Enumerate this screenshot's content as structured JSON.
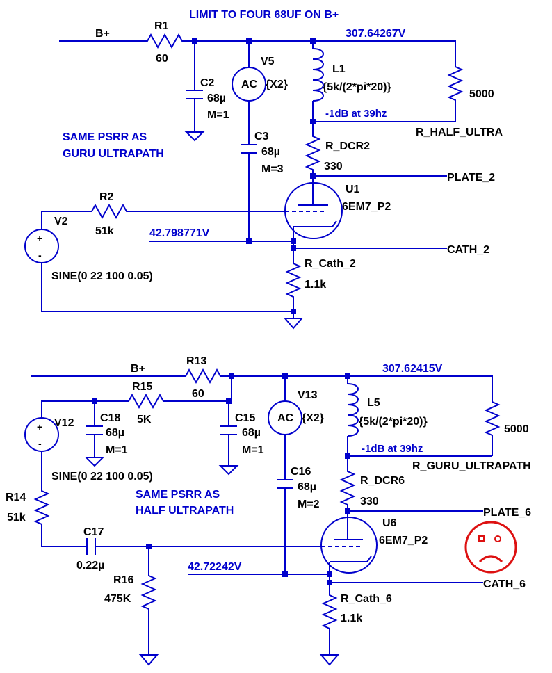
{
  "notes": {
    "top_title": "LIMIT TO FOUR 68UF ON B+",
    "note_top_line1": "SAME PSRR AS",
    "note_top_line2": "GURU ULTRAPATH",
    "note_bot_line1": "SAME PSRR AS",
    "note_bot_line2": "HALF ULTRAPATH"
  },
  "top": {
    "bplus": "B+",
    "r1": {
      "name": "R1",
      "value": "60"
    },
    "c2": {
      "name": "C2",
      "value": "68µ",
      "mult": "M=1"
    },
    "v5": {
      "name": "V5",
      "label": "AC",
      "value": "{X2}"
    },
    "c3": {
      "name": "C3",
      "value": "68µ",
      "mult": "M=3"
    },
    "l1": {
      "name": "L1",
      "value": "{5k/(2*pi*20)}"
    },
    "volt_bplus": "307.64267V",
    "r_half": {
      "name": "R_HALF_ULTRA",
      "value": "5000"
    },
    "note_db": "-1dB at 39hz",
    "r_dcr": {
      "name": "R_DCR2",
      "value": "330"
    },
    "plate": "PLATE_2",
    "tube": {
      "name": "U1",
      "value": "6EM7_P2"
    },
    "v2": {
      "name": "V2",
      "value": "SINE(0 22 100 0.05)"
    },
    "r2": {
      "name": "R2",
      "value": "51k"
    },
    "volt_cath": "42.798771V",
    "cath": "CATH_2",
    "r_cath": {
      "name": "R_Cath_2",
      "value": "1.1k"
    }
  },
  "bottom": {
    "bplus": "B+",
    "r13": {
      "name": "R13",
      "value": "60"
    },
    "r15": {
      "name": "R15",
      "value": "5K"
    },
    "c18": {
      "name": "C18",
      "value": "68µ",
      "mult": "M=1"
    },
    "c15": {
      "name": "C15",
      "value": "68µ",
      "mult": "M=1"
    },
    "v13": {
      "name": "V13",
      "label": "AC",
      "value": "{X2}"
    },
    "c16": {
      "name": "C16",
      "value": "68µ",
      "mult": "M=2"
    },
    "l5": {
      "name": "L5",
      "value": "{5k/(2*pi*20)}"
    },
    "volt_bplus": "307.62415V",
    "r_guru": {
      "name": "R_GURU_ULTRAPATH",
      "value": "5000"
    },
    "note_db": "-1dB at 39hz",
    "r_dcr": {
      "name": "R_DCR6",
      "value": "330"
    },
    "plate": "PLATE_6",
    "tube": {
      "name": "U6",
      "value": "6EM7_P2"
    },
    "v12": {
      "name": "V12",
      "value": "SINE(0 22 100 0.05)"
    },
    "r14": {
      "name": "R14",
      "value": "51k"
    },
    "c17": {
      "name": "C17",
      "value": "0.22µ"
    },
    "r16": {
      "name": "R16",
      "value": "475K"
    },
    "volt_cath": "42.72242V",
    "cath": "CATH_6",
    "r_cath": {
      "name": "R_Cath_6",
      "value": "1.1k"
    }
  },
  "colors": {
    "wire": "#0000CC",
    "text": "#000000",
    "face": "#DD1111"
  },
  "icons": {
    "face": "sad-face-icon"
  }
}
